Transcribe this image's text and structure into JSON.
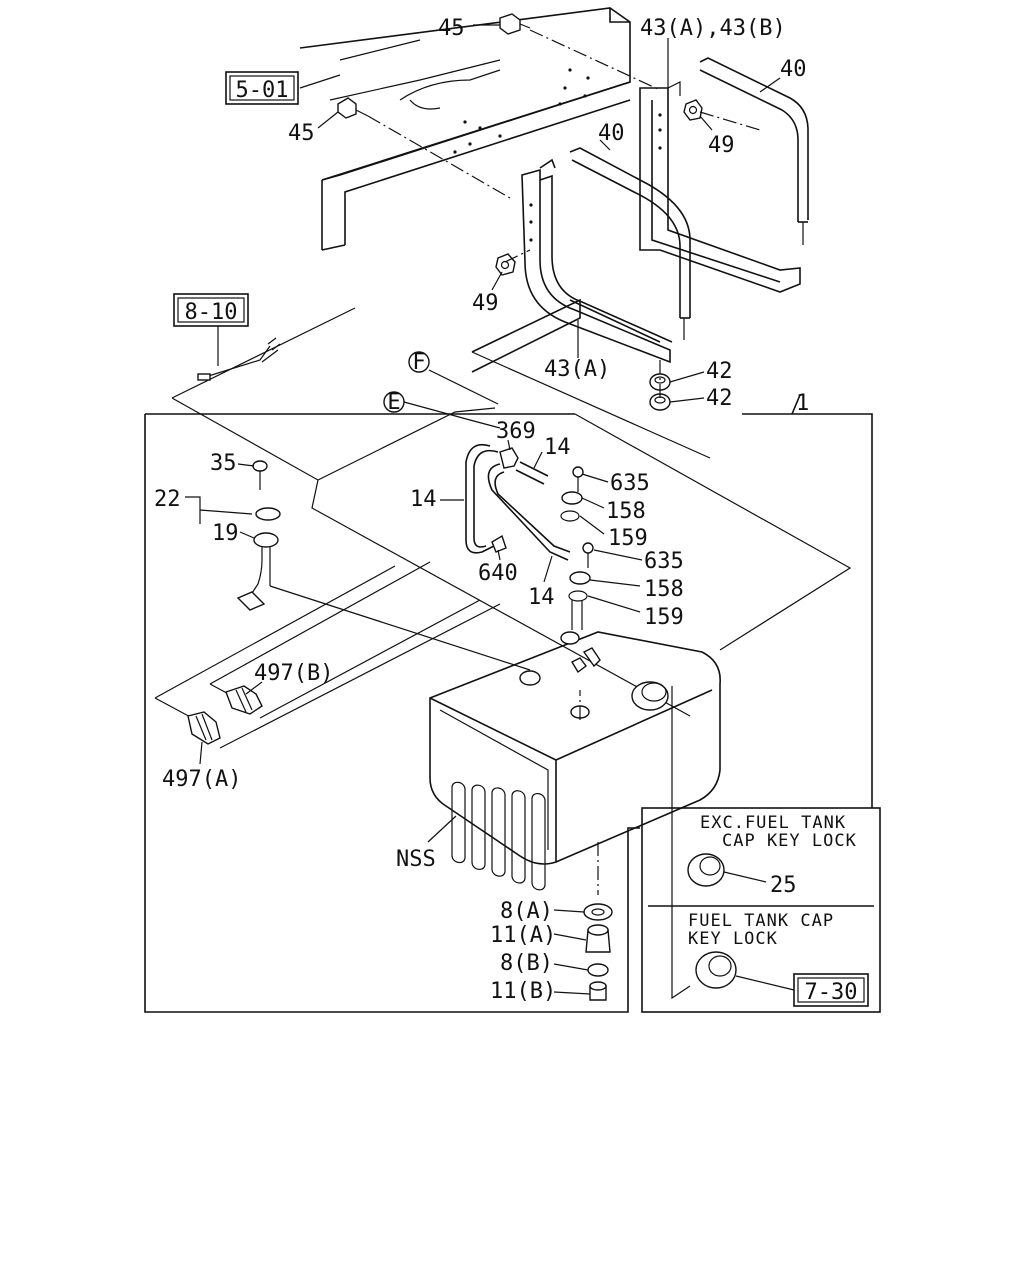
{
  "diagram": {
    "callouts": {
      "c45a": "45",
      "c45b": "45",
      "c43ab": "43(A),43(B)",
      "c40a": "40",
      "c40b": "40",
      "c49a": "49",
      "c49b": "49",
      "c43a": "43(A)",
      "c42a": "42",
      "c42b": "42",
      "c1": "1",
      "c369": "369",
      "c14a": "14",
      "c14b": "14",
      "c14c": "14",
      "c635a": "635",
      "c158a": "158",
      "c159a": "159",
      "c635b": "635",
      "c158b": "158",
      "c159b": "159",
      "c640": "640",
      "c35": "35",
      "c22": "22",
      "c19": "19",
      "c497b": "497(B)",
      "c497a": "497(A)",
      "cNSS": "NSS",
      "c8a": "8(A)",
      "c11a": "11(A)",
      "c8b": "8(B)",
      "c11b": "11(B)",
      "c25": "25"
    },
    "refs": {
      "r501": "5-01",
      "r810": "8-10",
      "r730": "7-30"
    },
    "connectors": {
      "E": "E",
      "F": "F"
    },
    "inset": {
      "top_line1": "EXC.FUEL TANK",
      "top_line2": "CAP KEY LOCK",
      "bottom_line1": "FUEL TANK CAP",
      "bottom_line2": "KEY LOCK"
    }
  }
}
